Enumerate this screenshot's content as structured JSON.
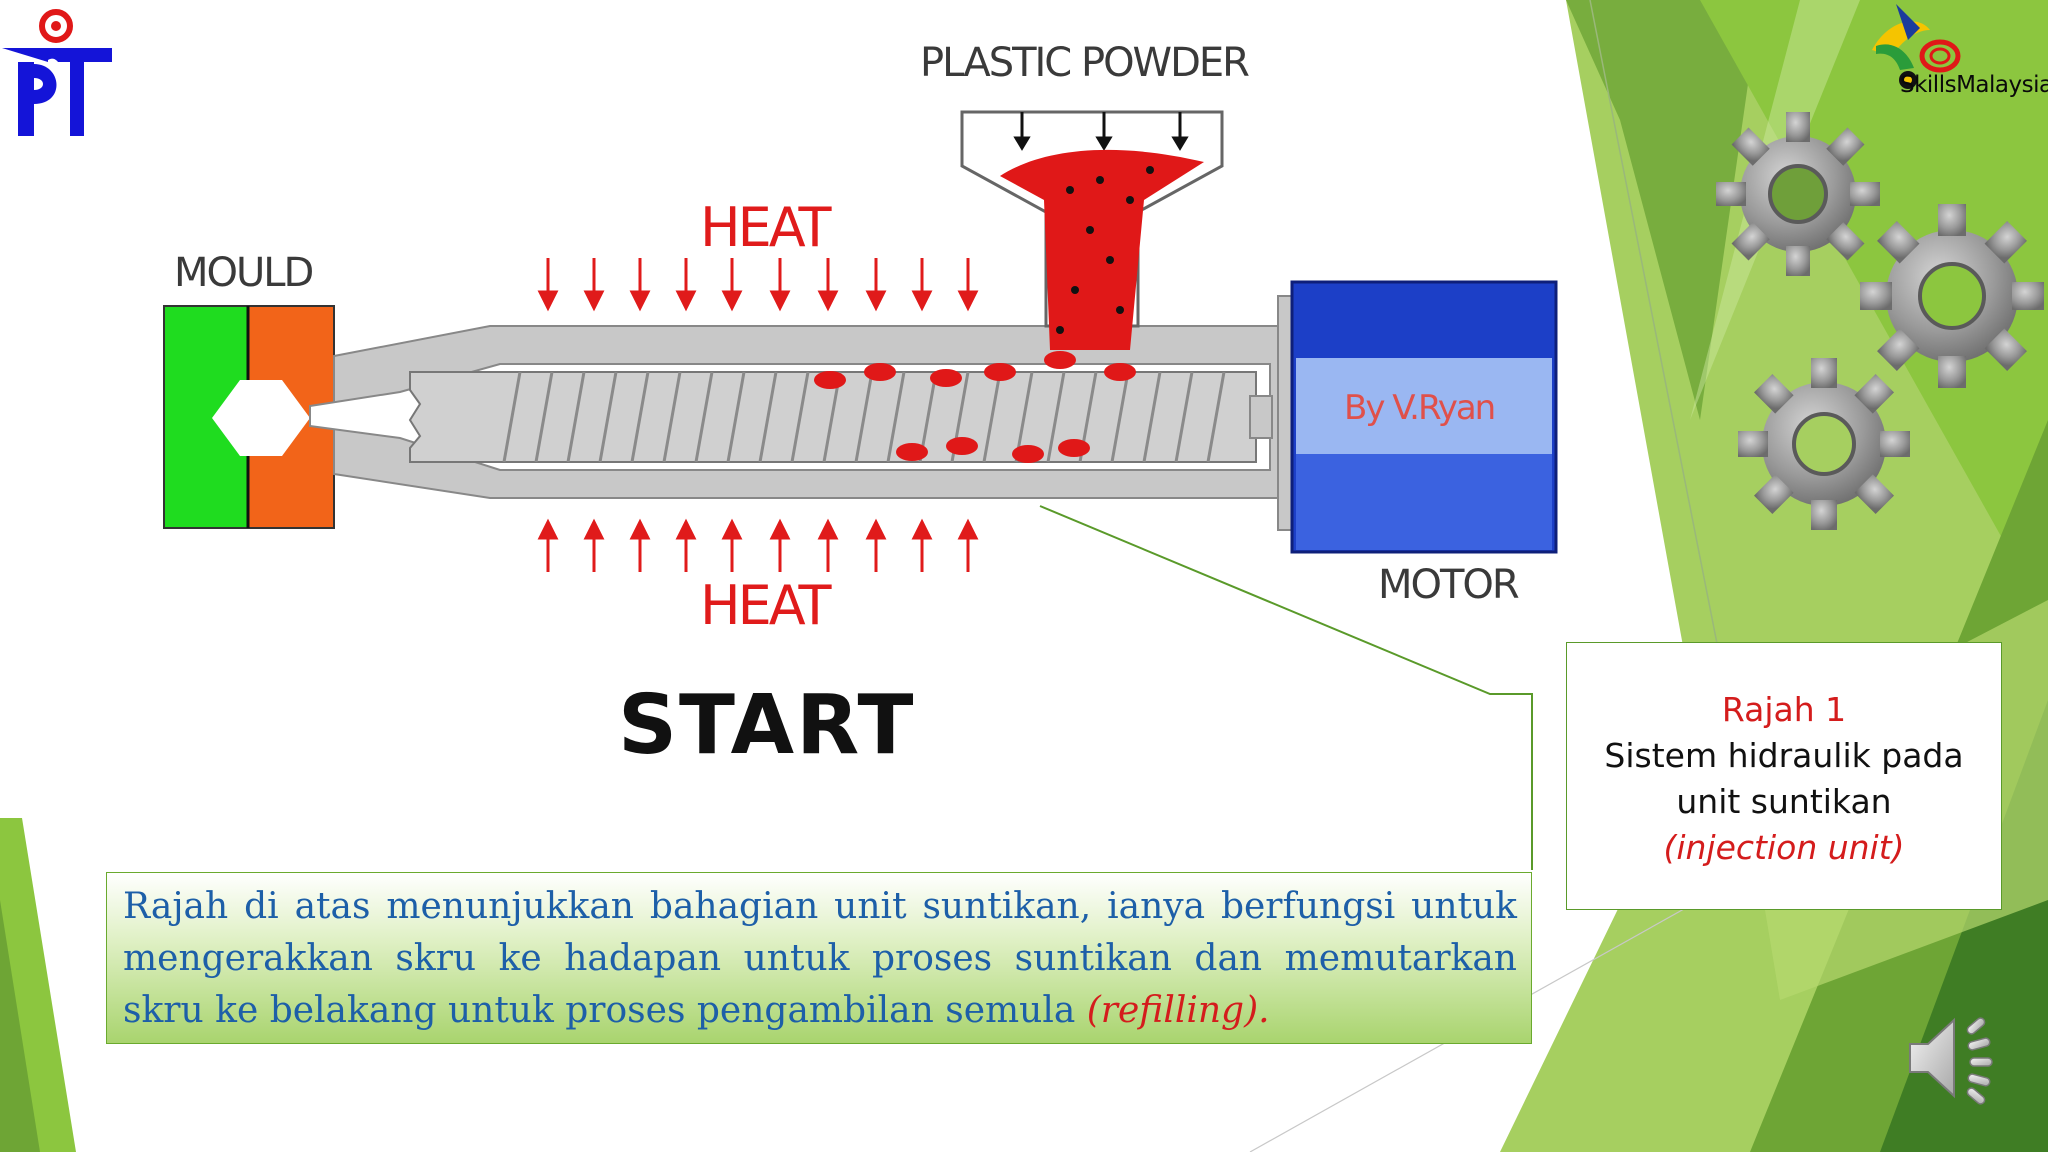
{
  "diagram": {
    "labels": {
      "plastic_powder": "PLASTIC POWDER",
      "mould": "MOULD",
      "heat_top": "HEAT",
      "heat_bottom": "HEAT",
      "motor": "MOTOR",
      "credit": "By V.Ryan",
      "start": "START"
    }
  },
  "logos": {
    "skills_text": "SkillsMalaysia"
  },
  "caption": {
    "title": "Rajah 1",
    "line1": "Sistem hidraulik pada",
    "line2": "unit suntikan",
    "english": "(injection unit)"
  },
  "description": {
    "text": "Rajah di atas menunjukkan bahagian unit suntikan, ianya berfungsi untuk mengerakkan skru ke hadapan untuk proses suntikan dan memutarkan skru ke belakang untuk proses pengambilan semula ",
    "english": "(refilling)."
  },
  "colors": {
    "accent_green": "#8cc63f",
    "dark_green": "#4e8a23",
    "heat_red": "#e01b1b",
    "mould_green": "#1fdc1f",
    "mould_orange": "#f26419",
    "motor_blue": "#1c3fc7",
    "pt_logo_blue": "#1414d8",
    "pt_logo_red": "#e01818"
  },
  "icons": [
    "pt-logo-icon",
    "skills-malaysia-logo-icon",
    "gears-icon",
    "speaker-icon"
  ]
}
